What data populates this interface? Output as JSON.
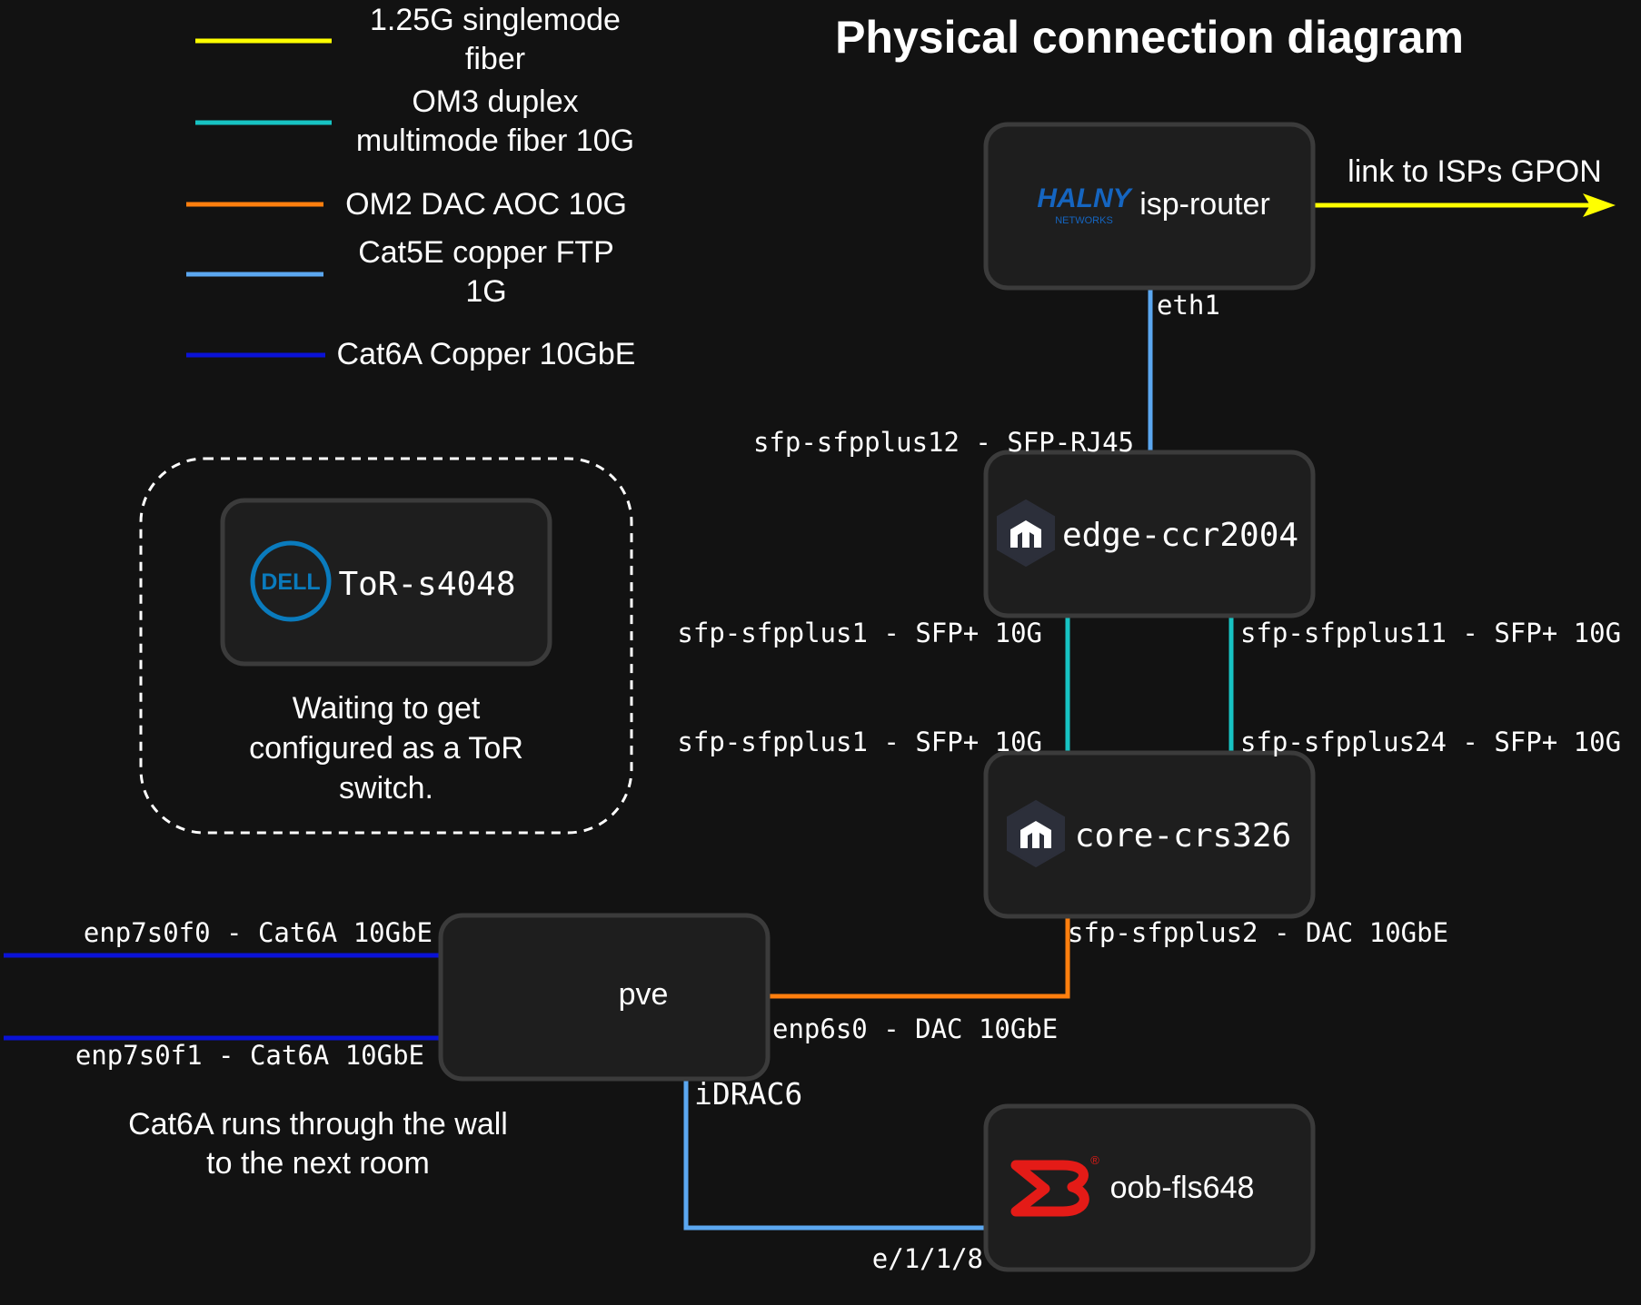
{
  "title": "Physical connection diagram",
  "colors": {
    "background": "#121212",
    "node_fill": "#1e1e1e",
    "node_border": "#3b3b3b",
    "singlemode": "#ffff00",
    "om3": "#17c3c3",
    "om2_dac": "#ff7f0e",
    "cat5e": "#5ba7f0",
    "cat6a": "#0a12d6",
    "dell_blue": "#0a7bbd",
    "brocade_red": "#e41b17"
  },
  "legend": {
    "singlemode": {
      "line1": "1.25G singlemode",
      "line2": "fiber"
    },
    "om3": {
      "line1": "OM3 duplex",
      "line2": "multimode fiber 10G"
    },
    "om2": {
      "line1": "OM2 DAC AOC 10G"
    },
    "cat5e": {
      "line1": "Cat5E copper FTP",
      "line2": "1G"
    },
    "cat6a": {
      "line1": "Cat6A Copper 10GbE"
    }
  },
  "nodes": {
    "isp_router": {
      "label": "isp-router",
      "logo_text": "HALNY",
      "logo_subtext": "NETWORKS",
      "logo_icon": "halny-networks-logo"
    },
    "edge": {
      "label": "edge-ccr2004",
      "logo_icon": "mikrotik-icon"
    },
    "core": {
      "label": "core-crs326",
      "logo_icon": "mikrotik-icon"
    },
    "pve": {
      "label": "pve"
    },
    "oob": {
      "label": "oob-fls648",
      "logo_icon": "brocade-icon",
      "logo_mark": "®"
    },
    "tor": {
      "label": "ToR-s4048",
      "logo_text": "DELL",
      "logo_icon": "dell-icon"
    }
  },
  "tor_group": {
    "note_line1": "Waiting to get",
    "note_line2": "configured as a ToR",
    "note_line3": "switch."
  },
  "ports": {
    "isp_eth1": "eth1",
    "edge_sfp12": "sfp-sfpplus12 - SFP-RJ45",
    "edge_sfp1": "sfp-sfpplus1 - SFP+ 10G",
    "edge_sfp11": "sfp-sfpplus11 - SFP+ 10G",
    "core_sfp1": "sfp-sfpplus1 - SFP+ 10G",
    "core_sfp24": "sfp-sfpplus24 - SFP+ 10G",
    "core_sfp2": "sfp-sfpplus2 - DAC 10GbE",
    "pve_enp6s0": "enp6s0 - DAC 10GbE",
    "pve_enp7s0f0": "enp7s0f0 - Cat6A 10GbE",
    "pve_enp7s0f1": "enp7s0f1 - Cat6A 10GbE",
    "pve_idrac": "iDRAC6",
    "oob_port": "e/1/1/8"
  },
  "external": {
    "isp_link": "link to ISPs GPON",
    "wall_note_line1": "Cat6A runs through the wall",
    "wall_note_line2": "to the next room"
  }
}
